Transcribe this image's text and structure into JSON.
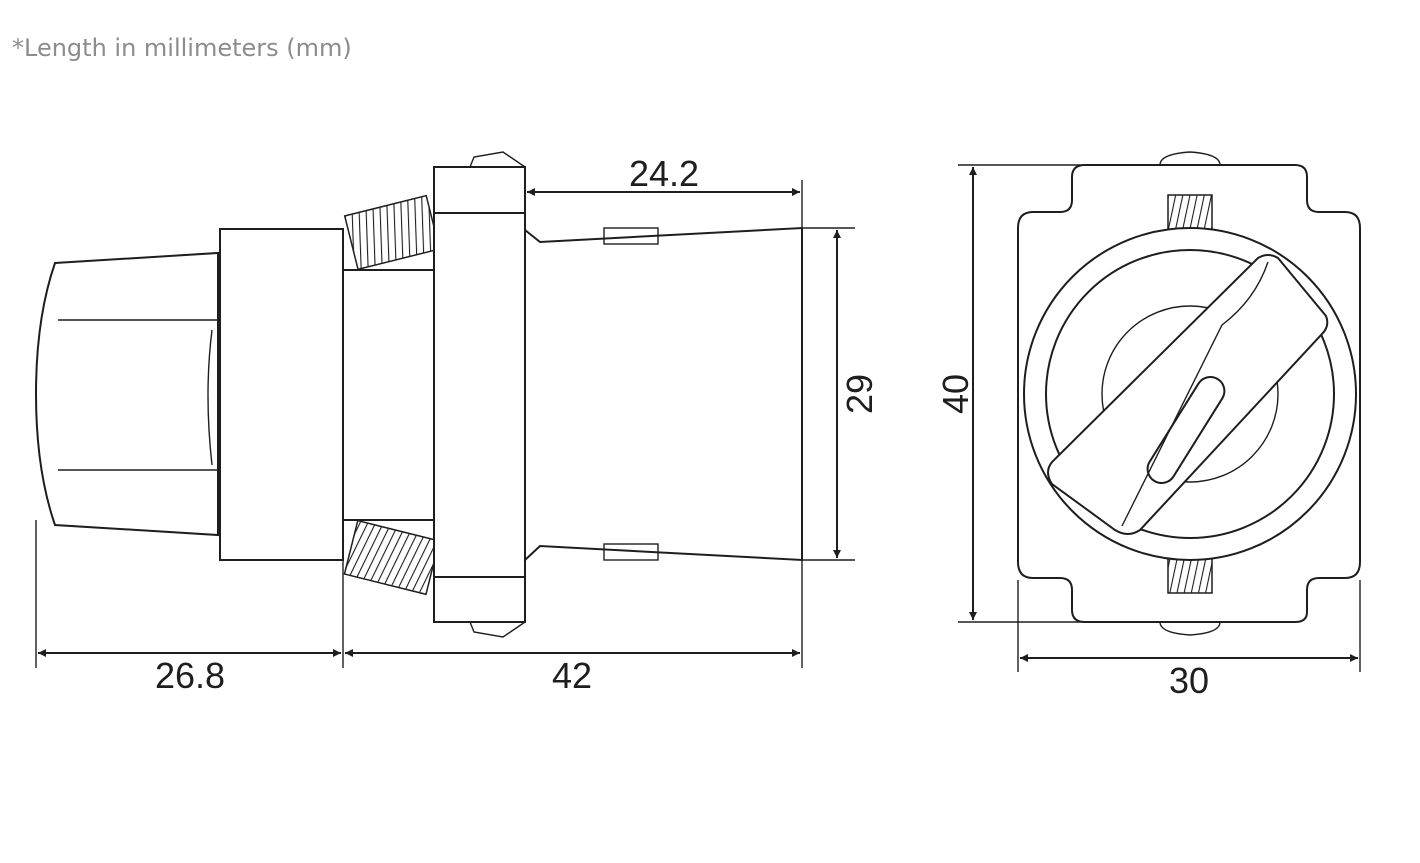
{
  "note": "*Length in millimeters (mm)",
  "dimensions": {
    "top_depth": "24.2",
    "bezel_height": "29",
    "knob_length": "26.8",
    "body_length": "42",
    "total_height": "40",
    "width": "30"
  }
}
